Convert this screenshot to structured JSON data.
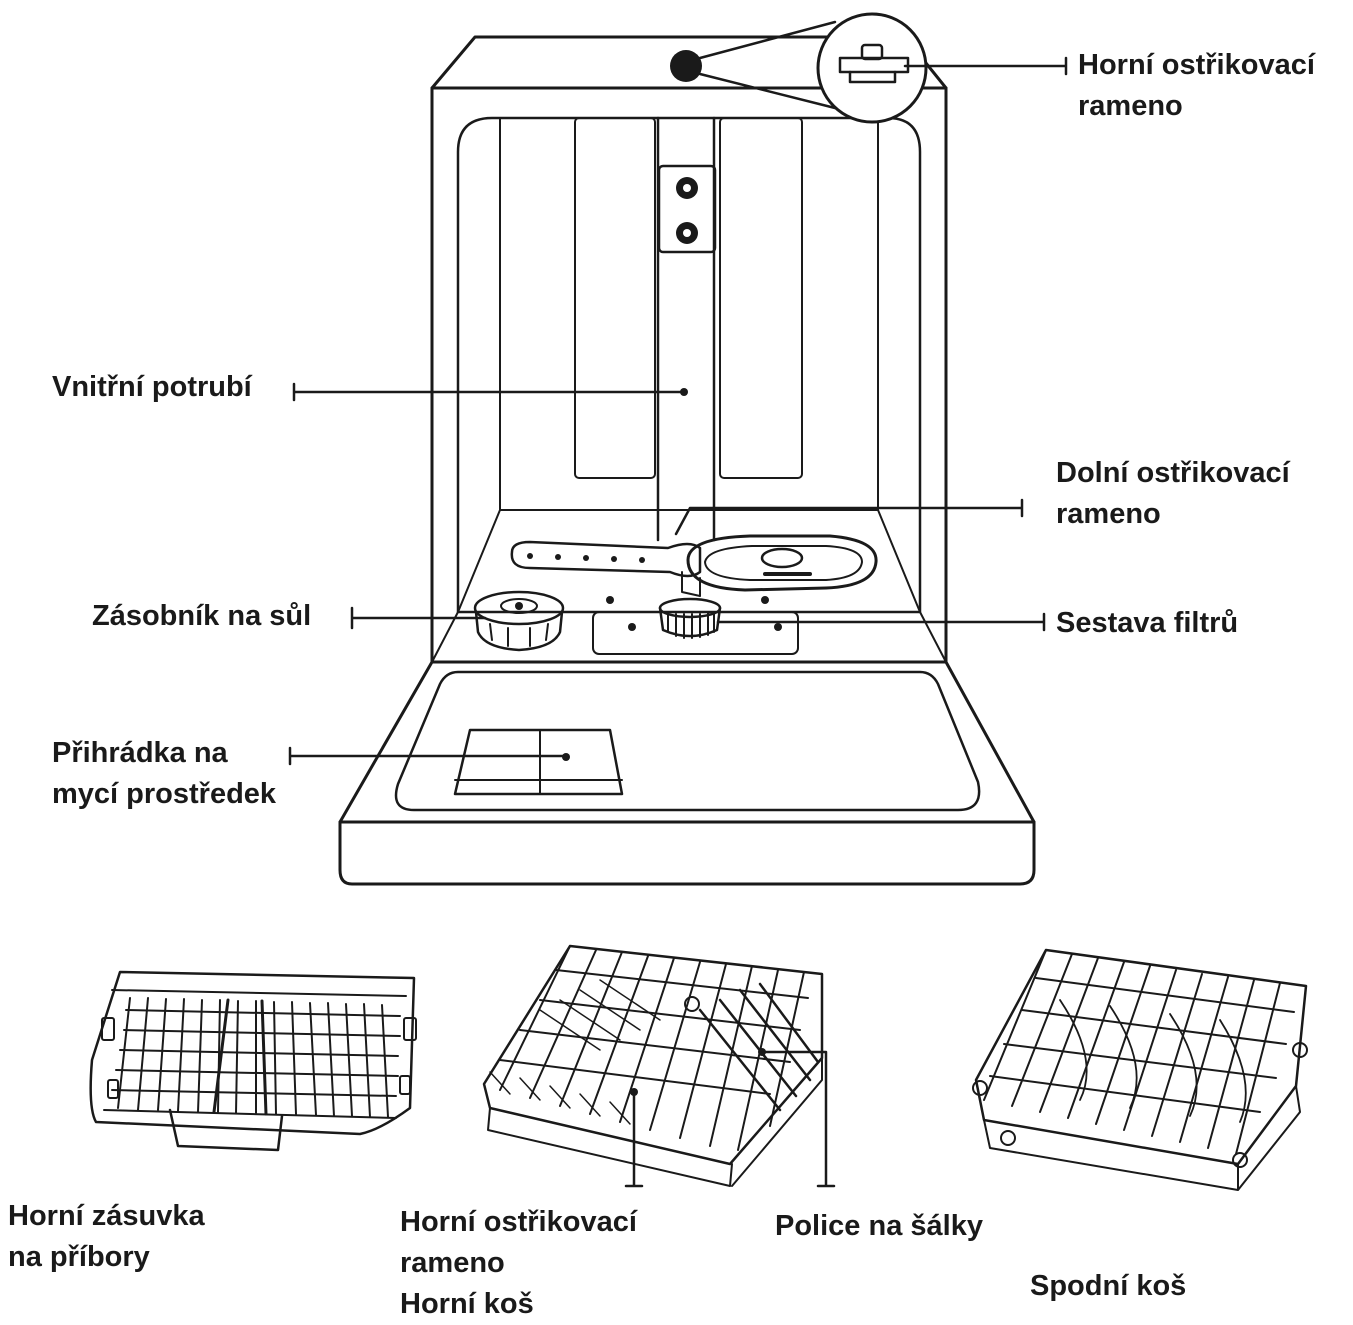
{
  "labels": {
    "top_spray_arm": [
      "Horní ostřikovací",
      "rameno"
    ],
    "inner_pipe": "Vnitřní potrubí",
    "lower_spray_arm": [
      "Dolní ostřikovací",
      "rameno"
    ],
    "salt_container": "Zásobník na sůl",
    "filter_assembly": "Sestava filtrů",
    "detergent_dispenser": [
      "Přihrádka na",
      "mycí prostředek"
    ],
    "cutlery_drawer": [
      "Horní zásuvka",
      "na příbory"
    ],
    "upper_spray_arm_basket": [
      "Horní ostřikovací",
      "rameno",
      "Horní koš"
    ],
    "cup_shelf": "Police na šálky",
    "lower_basket": "Spodní koš"
  },
  "colors": {
    "line": "#1a1a1a",
    "background": "#ffffff"
  }
}
